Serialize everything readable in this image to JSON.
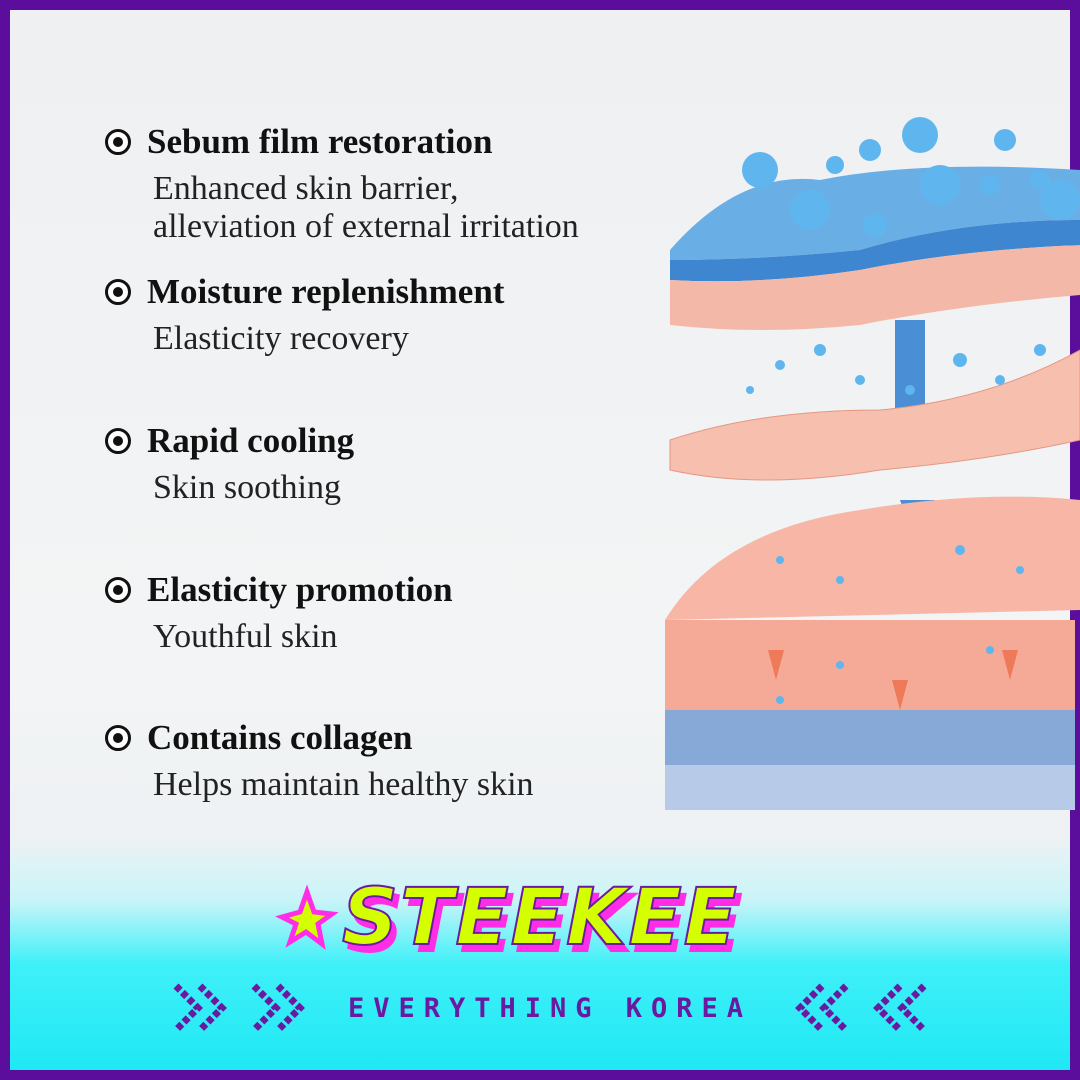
{
  "features": [
    {
      "title": "Sebum film restoration",
      "lines": [
        "Enhanced skin barrier,",
        "alleviation of external irritation"
      ]
    },
    {
      "title": "Moisture replenishment",
      "lines": [
        "Elasticity recovery"
      ]
    },
    {
      "title": "Rapid cooling",
      "lines": [
        "Skin soothing"
      ]
    },
    {
      "title": "Elasticity promotion",
      "lines": [
        "Youthful skin"
      ]
    },
    {
      "title": "Contains collagen",
      "lines": [
        "Helps maintain healthy skin"
      ]
    }
  ],
  "brand": {
    "name": "STEEKEE",
    "tagline": "EVERYTHING KOREA"
  },
  "colors": {
    "border": "#5b0d9c",
    "logo_fill": "#d4ff00",
    "logo_shadow": "#ff2ee6",
    "cyan": "#1fe8f4"
  }
}
